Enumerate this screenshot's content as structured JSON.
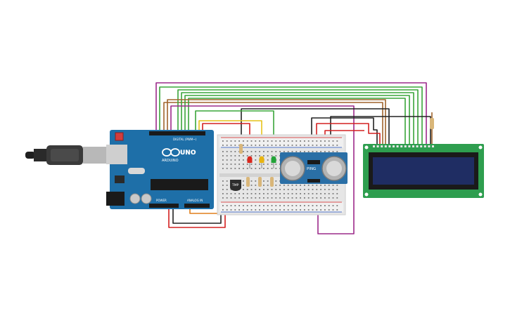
{
  "arduino": {
    "brand": "ARDUINO",
    "model": "UNO",
    "digital_label": "DIGITAL (PWM~)",
    "power_label": "POWER",
    "analog_label": "ANALOG IN",
    "board_color": "#1e6fa8"
  },
  "sensor": {
    "brand": "PING",
    "board_color": "#2a6fa6"
  },
  "temp_sensor": {
    "label": "TMP"
  },
  "lcd": {
    "board_color": "#2e9e4f",
    "screen_color": "#1f2d63"
  },
  "leds": [
    {
      "color": "#d9261c"
    },
    {
      "color": "#e8b411"
    },
    {
      "color": "#23a338"
    }
  ],
  "wire_colors": {
    "purple": "#9c2a8a",
    "brown": "#a0642c",
    "green": "#3aa53a",
    "yellow": "#e6c21a",
    "black": "#222222",
    "red": "#d42020",
    "orange": "#e07f1c"
  }
}
